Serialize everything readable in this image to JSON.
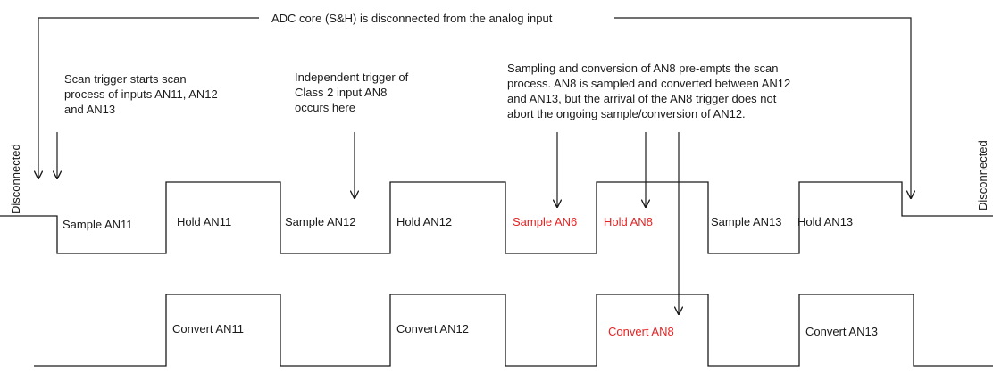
{
  "banner": "ADC core (S&H) is disconnected from the analog input",
  "edge_left": "Disconnected",
  "edge_right": "Disconnected",
  "annotations": {
    "scan_trigger": [
      "Scan trigger starts scan",
      "process of inputs AN11, AN12",
      "and AN13"
    ],
    "independent_trigger": [
      "Independent trigger of",
      "Class 2 input AN8",
      "occurs here"
    ],
    "preempt_note": [
      "Sampling and conversion of AN8 pre-empts the scan",
      "process. AN8 is sampled and converted between AN12",
      "and AN13, but the arrival of the AN8 trigger does not",
      "abort the ongoing sample/conversion of AN12."
    ]
  },
  "sh_phases": [
    "Sample AN11",
    "Hold AN11",
    "Sample AN12",
    "Hold AN12",
    "Sample AN6",
    "Hold AN8",
    "Sample AN13",
    "Hold AN13"
  ],
  "convert_phases": [
    "Convert AN11",
    "Convert AN12",
    "Convert AN8",
    "Convert AN13"
  ],
  "colors": {
    "ink": "#1a1a1a",
    "highlight": "#e52323"
  }
}
